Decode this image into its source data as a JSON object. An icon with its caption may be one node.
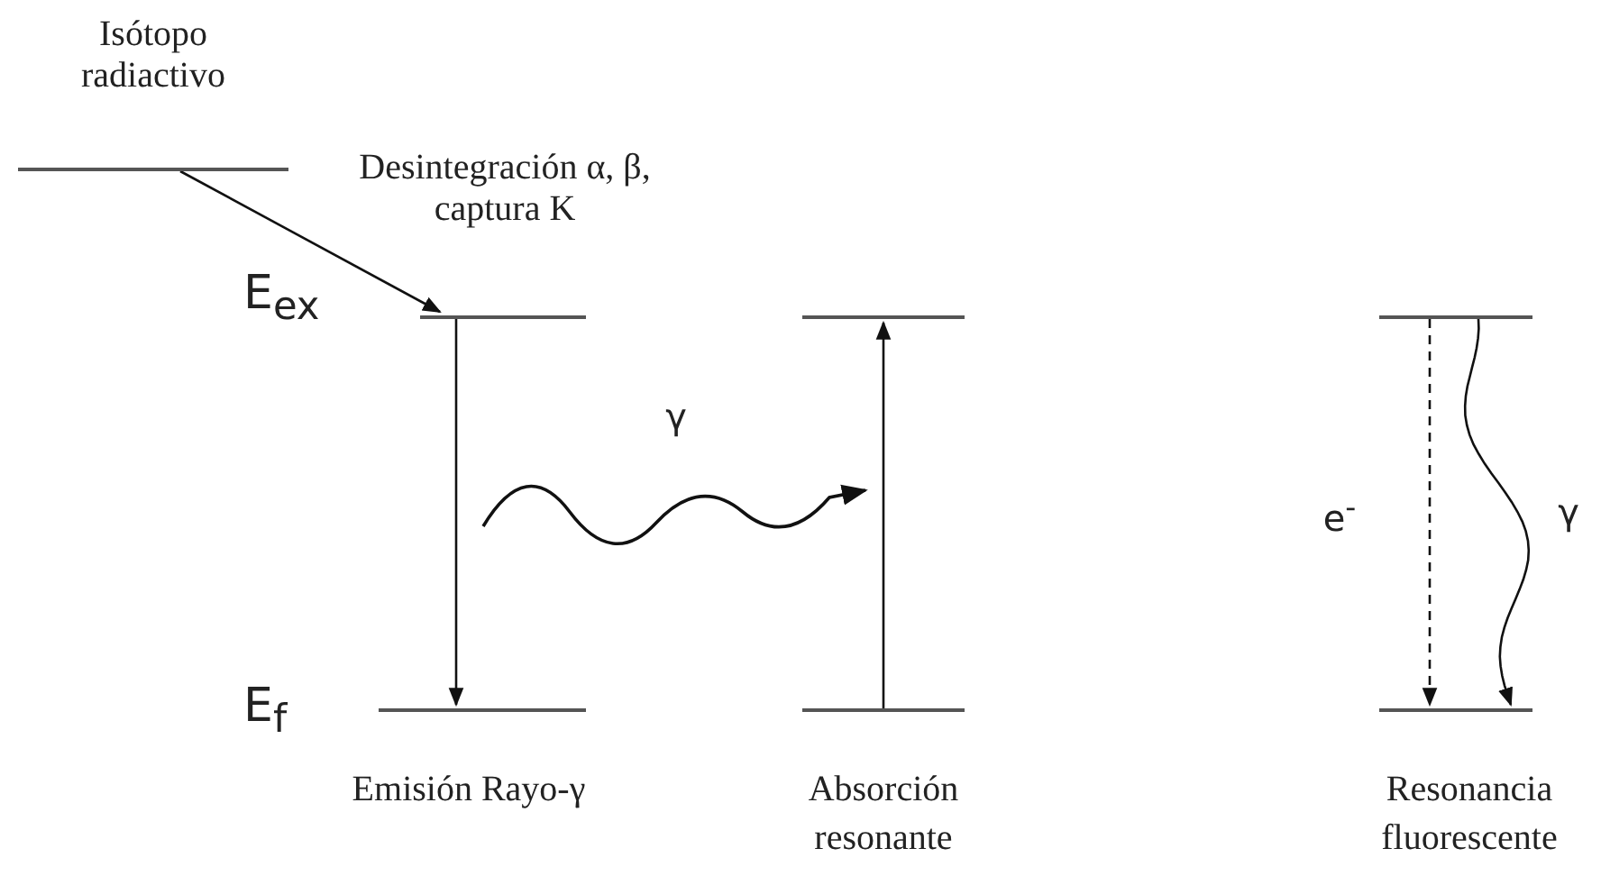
{
  "diagram": {
    "nodes": [
      {
        "text": [
          "Isótopo radiactivo"
        ]
      },
      {
        "text": [
          "E$_{ex}$"
        ]
      },
      {
        "text": [
          "E$_{f}$"
        ]
      },
      {
        "text": [],
        "shape": "bar"
      },
      {
        "text": [],
        "shape": "bar"
      },
      {
        "text": [],
        "shape": "bar"
      },
      {
        "text": [],
        "shape": "bar"
      }
    ],
    "edges": [
      {
        "from": 0,
        "to": 1,
        "arrow": "to",
        "label": "Desintegración α, β, captura K"
      },
      {
        "from": 1,
        "to": 2,
        "arrow": "to"
      },
      {
        "from": 4,
        "to": 3,
        "arrow": "to"
      },
      {
        "from": 5,
        "to": 6,
        "arrow": "to",
        "style": "dashed",
        "label": "e$^{-}$"
      },
      {
        "from": 5,
        "to": 6,
        "arrow": "to",
        "label": "γ"
      }
    ],
    "labels": [
      "γ",
      "Emisión Rayo-γ",
      "Absorción resonante",
      "Resonancia fluorescente"
    ]
  }
}
